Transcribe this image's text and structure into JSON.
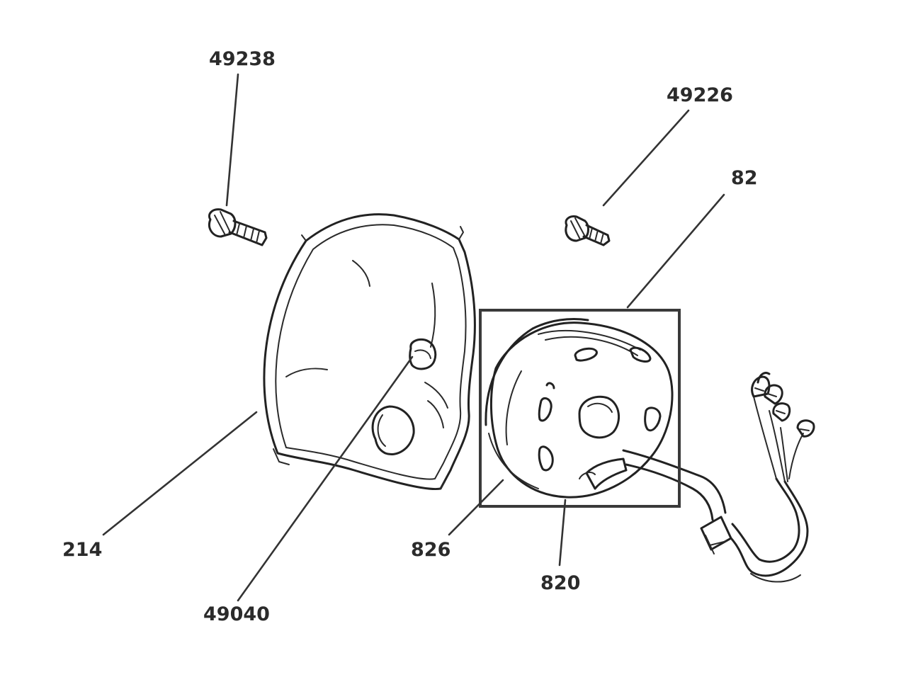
{
  "labels": {
    "p49238": "49238",
    "p49226": "49226",
    "p82": "82",
    "p214": "214",
    "p49040": "49040",
    "p826": "826",
    "p820": "820"
  },
  "colors": {
    "line": "#222222",
    "label": "#2b2b2b",
    "background": "#ffffff"
  }
}
